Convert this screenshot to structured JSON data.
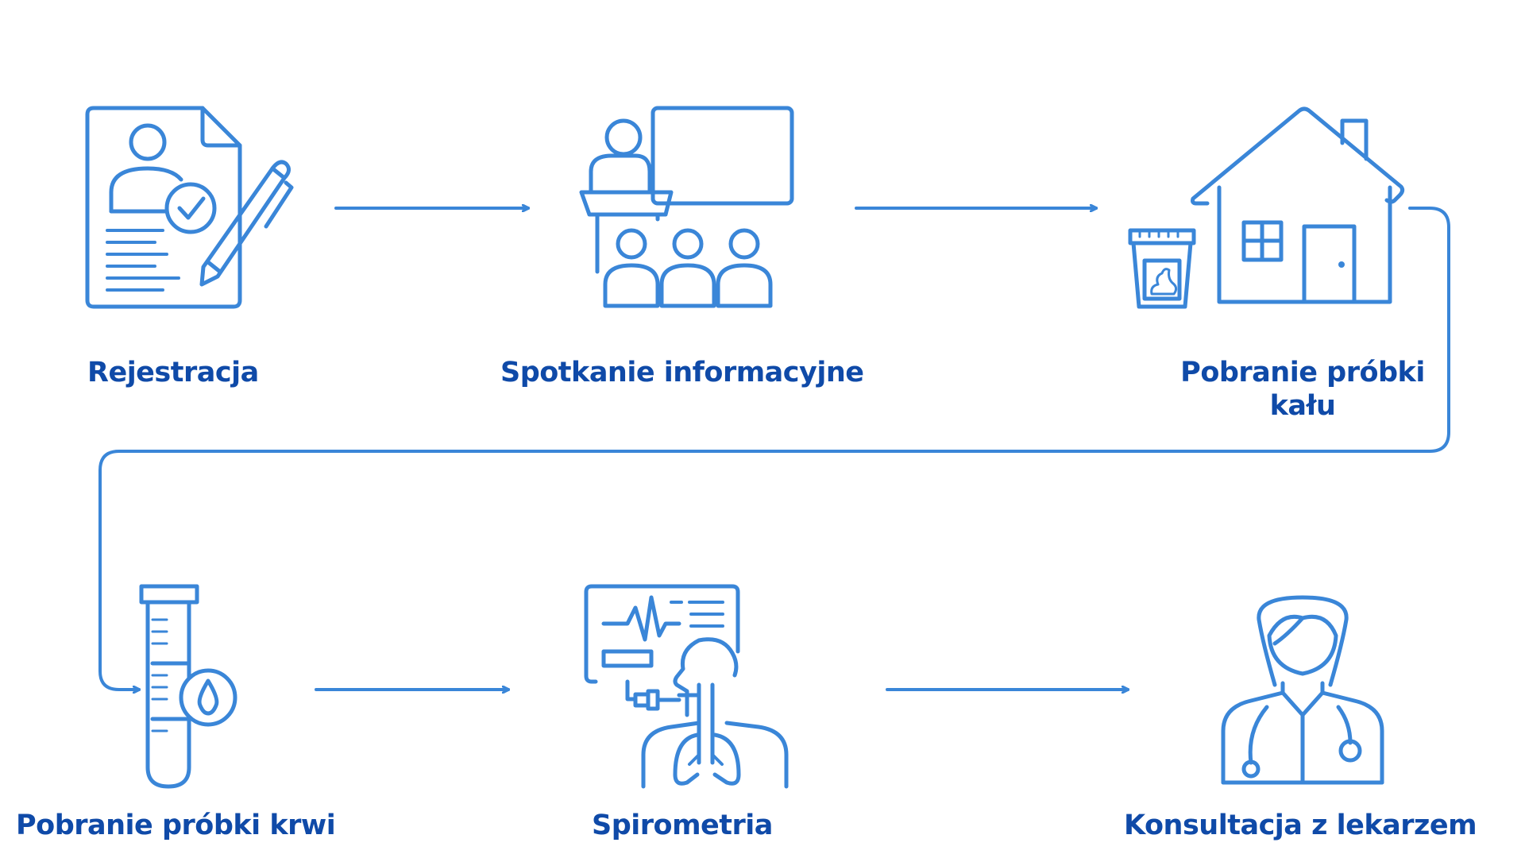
{
  "colors": {
    "line": "#3a86d8",
    "text": "#0f4aa8",
    "background": "#ffffff"
  },
  "steps": [
    {
      "label": "Rejestracja",
      "icon": "registration-form-icon"
    },
    {
      "label": "Spotkanie informacyjne",
      "icon": "presentation-meeting-icon"
    },
    {
      "label_line1": "Pobranie próbki",
      "label_line2": "kału",
      "icon": "home-stool-sample-icon"
    },
    {
      "label": "Pobranie próbki krwi",
      "icon": "blood-test-tube-icon"
    },
    {
      "label": "Spirometria",
      "icon": "spirometry-monitor-icon"
    },
    {
      "label": "Konsultacja z lekarzem",
      "icon": "doctor-icon"
    }
  ]
}
